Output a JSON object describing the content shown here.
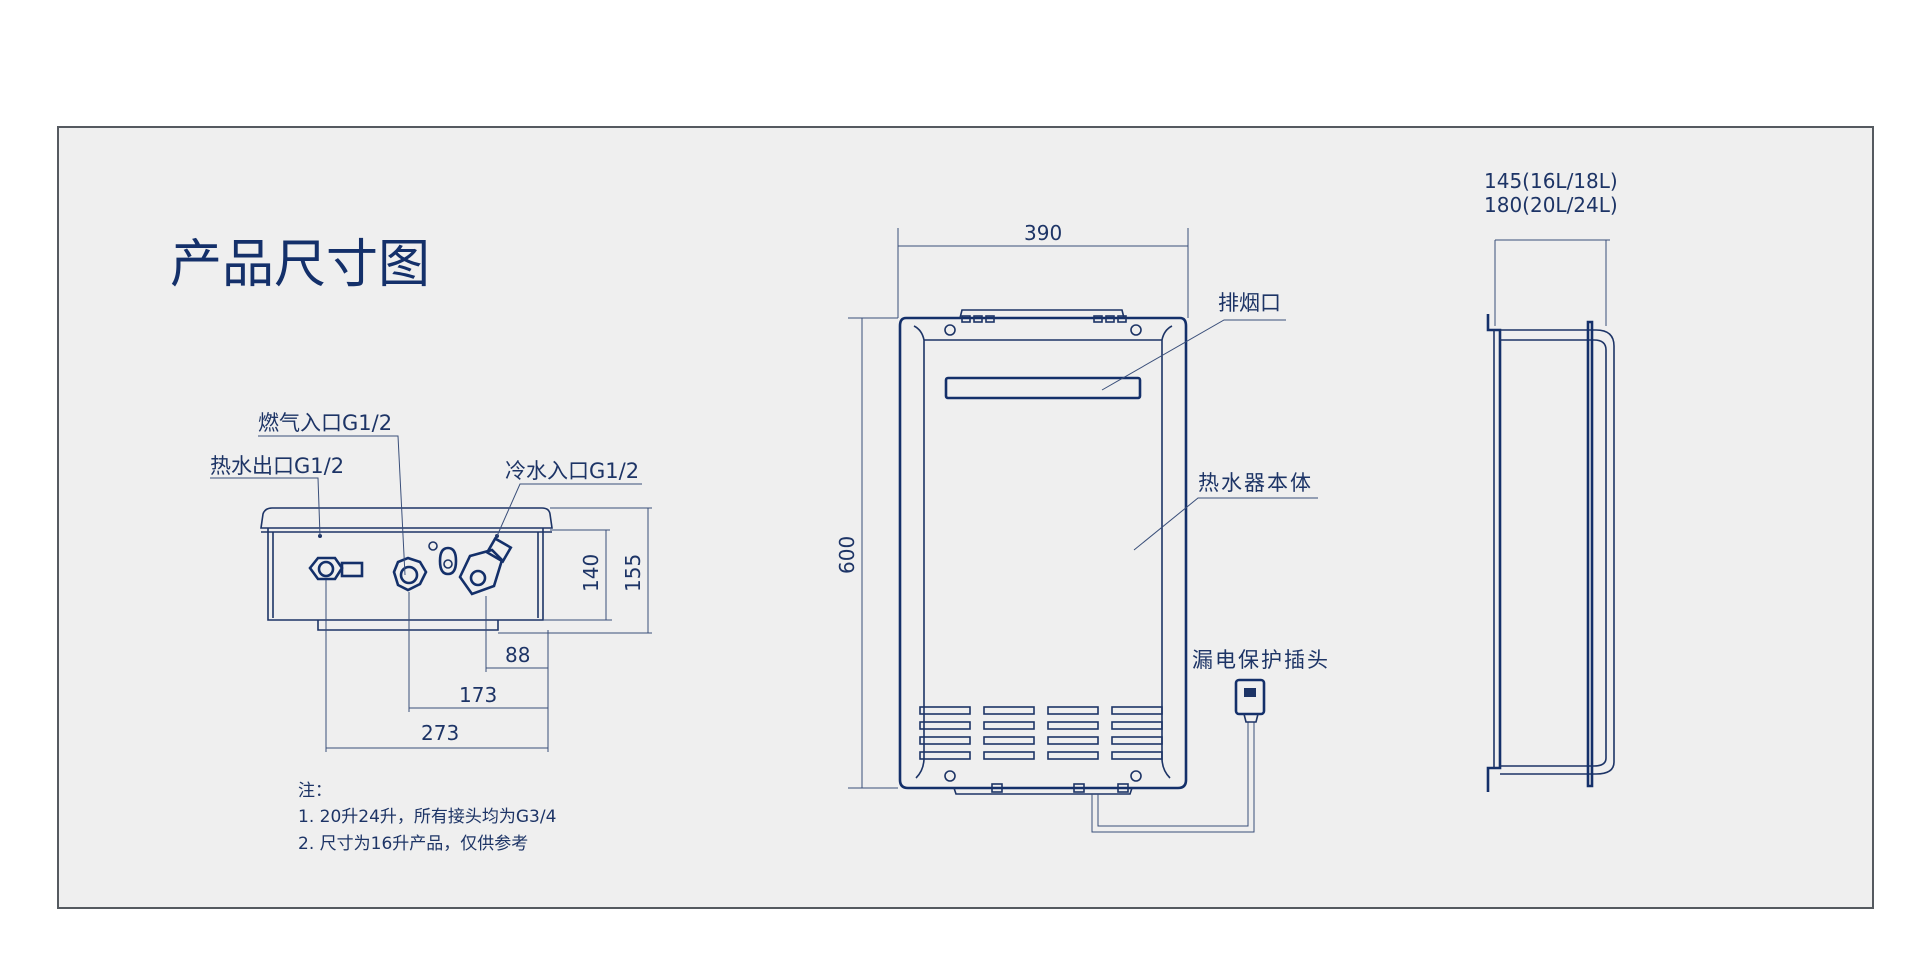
{
  "title": "产品尺寸图",
  "front_view": {
    "labels": {
      "gas_inlet": "燃气入口G1/2",
      "hot_water_outlet": "热水出口G1/2",
      "cold_water_inlet": "冷水入口G1/2"
    },
    "dims": {
      "d140": "140",
      "d155": "155",
      "d88": "88",
      "d173": "173",
      "d273": "273"
    }
  },
  "notes": {
    "heading": "注：",
    "items": [
      "1. 20升24升，所有接头均为G3/4",
      "2. 尺寸为16升产品，仅供参考"
    ]
  },
  "main_view": {
    "dims": {
      "width": "390",
      "height": "600"
    },
    "labels": {
      "exhaust": "排烟口",
      "body": "热水器本体",
      "plug": "漏电保护插头"
    }
  },
  "side_view": {
    "dims": {
      "depth_1": "145(16L/18L)",
      "depth_2": "180(20L/24L)"
    }
  },
  "colors": {
    "line": "#1d3466",
    "background": "#efefef",
    "border": "#555a60"
  }
}
